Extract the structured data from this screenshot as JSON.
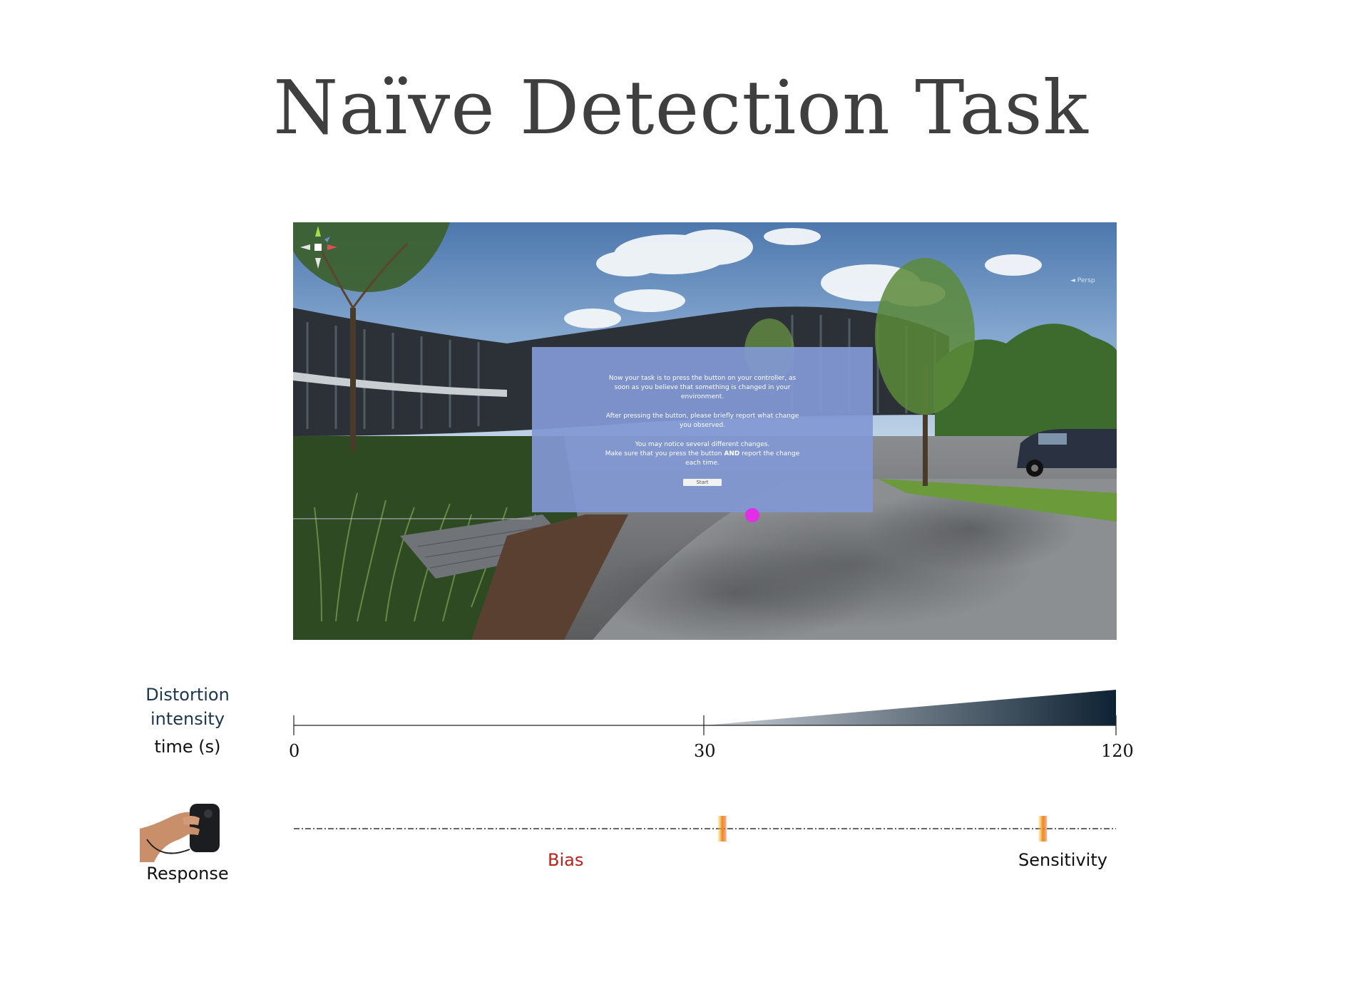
{
  "title": "Naïve Detection Task",
  "scene": {
    "dialog": {
      "line1": "Now your task is to press the button on your controller, as soon as you believe that something is changed in your environment.",
      "line2": "After pressing the button, please briefly report what change you observed.",
      "line3a": "You may notice several different changes.",
      "line3b_pre": "Make sure that you press the button ",
      "line3b_bold": "AND",
      "line3b_post": " report the change each time.",
      "start_label": "Start"
    },
    "gizmo_label": "◄ Persp",
    "pointer_color": "#e22fe6"
  },
  "labels": {
    "distortion_line1": "Distortion",
    "distortion_line2": "intensity",
    "time": "time (s)",
    "response": "Response",
    "bias": "Bias",
    "sensitivity": "Sensitivity"
  },
  "timeline": {
    "ticks": [
      "0",
      "30",
      "120"
    ],
    "t_min": 0,
    "t_max": 120,
    "ramp_start": 30,
    "ramp_end": 120,
    "bias_time": 34,
    "sensitivity_time": 104
  },
  "colors": {
    "ramp_light": "#c9d0d6",
    "ramp_dark": "#0e2233",
    "bias_text": "#b8221c",
    "marker_orange": "#f08a1a"
  }
}
